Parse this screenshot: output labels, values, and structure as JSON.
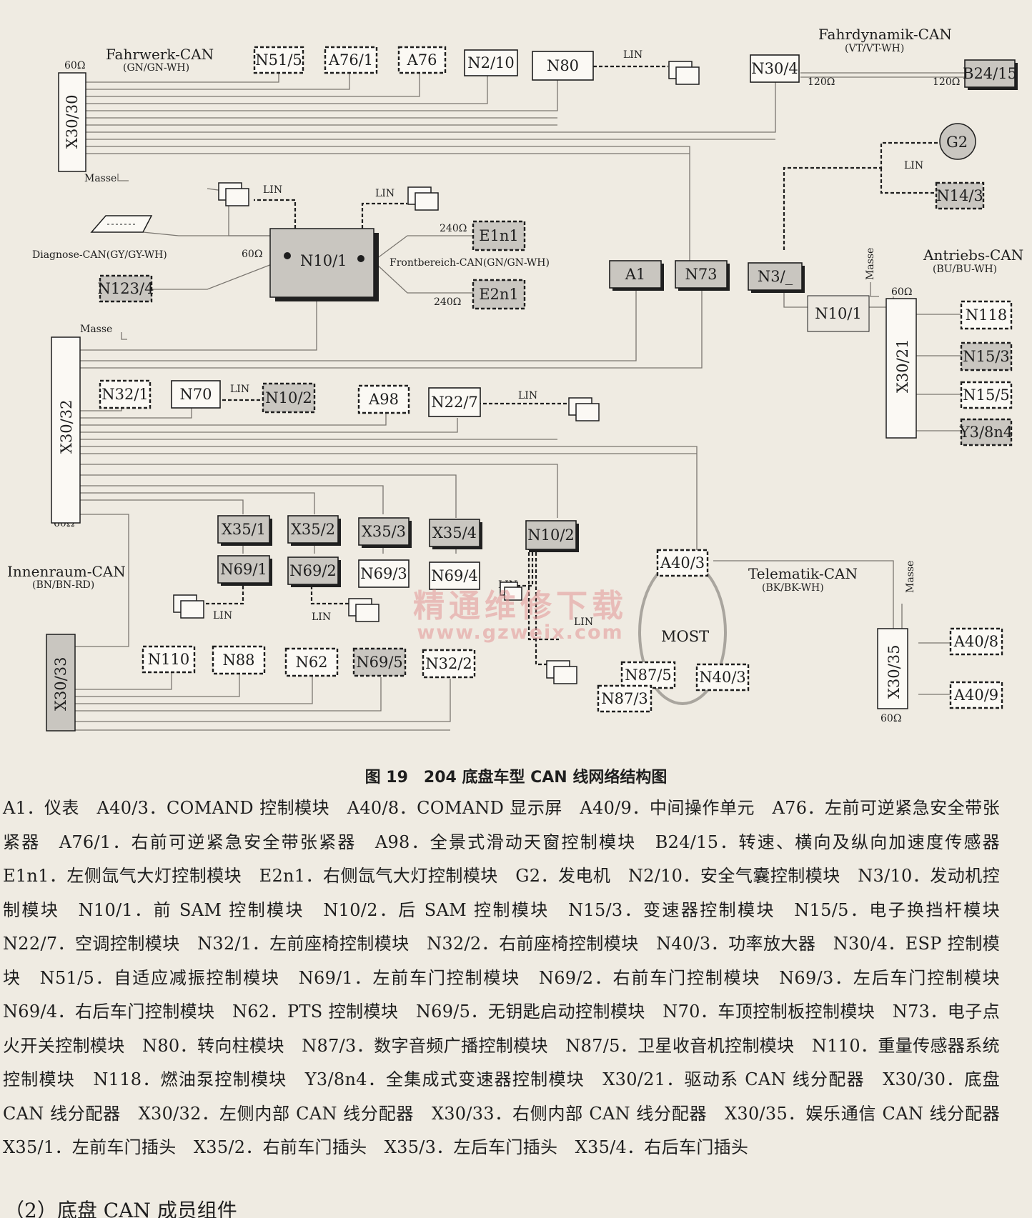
{
  "diagram": {
    "buses": {
      "fahrwerk": {
        "name": "Fahrwerk-CAN",
        "colors": "(GN/GN-WH)"
      },
      "fahrdynamik": {
        "name": "Fahrdynamik-CAN",
        "colors": "(VT/VT-WH)"
      },
      "diagnose": {
        "name": "Diagnose-CAN(GY/GY-WH)"
      },
      "frontbereich": {
        "name": "Frontbereich-CAN(GN/GN-WH)"
      },
      "antriebs": {
        "name": "Antriebs-CAN",
        "colors": "(BU/BU-WH)"
      },
      "innenraum": {
        "name": "Innenraum-CAN",
        "colors": "(BN/BN-RD)"
      },
      "telematik": {
        "name": "Telematik-CAN",
        "colors": "(BK/BK-WH)"
      }
    },
    "labels": {
      "lin": "LIN",
      "masse": "Masse",
      "most": "MOST",
      "ohm60": "60Ω",
      "ohm120": "120Ω",
      "ohm240": "240Ω"
    },
    "distributors": {
      "x30_30": "X30/30",
      "x30_32": "X30/32",
      "x30_33": "X30/33",
      "x30_21": "X30/21",
      "x30_35": "X30/35"
    },
    "modules": {
      "n51_5": "N51/5",
      "a76_1": "A76/1",
      "a76": "A76",
      "n2_10": "N2/10",
      "n80": "N80",
      "n30_4": "N30/4",
      "b24_15": "B24/15",
      "g2": "G2",
      "n14_3": "N14/3",
      "n10_1": "N10/1",
      "e1n1": "E1n1",
      "e2n1": "E2n1",
      "n123_4": "N123/4",
      "a1": "A1",
      "n73": "N73",
      "n3": "N3/_",
      "n10_1_small": "N10/1",
      "n118": "N118",
      "n15_3": "N15/3",
      "n15_5": "N15/5",
      "y3_8n4": "Y3/8n4",
      "n32_1": "N32/1",
      "n70": "N70",
      "n10_2_top": "N10/2",
      "a98": "A98",
      "n22_7": "N22/7",
      "x35_1": "X35/1",
      "x35_2": "X35/2",
      "x35_3": "X35/3",
      "x35_4": "X35/4",
      "n10_2": "N10/2",
      "n69_1": "N69/1",
      "n69_2": "N69/2",
      "n69_3": "N69/3",
      "n69_4": "N69/4",
      "a40_3": "A40/3",
      "n87_5": "N87/5",
      "n40_3": "N40/3",
      "n87_3": "N87/3",
      "a40_8": "A40/8",
      "a40_9": "A40/9",
      "n110": "N110",
      "n88": "N88",
      "n62": "N62",
      "n69_5": "N69/5",
      "n32_2": "N32/2"
    }
  },
  "watermark": {
    "line1": "精通维修下载",
    "line2": "www.gzweix.com"
  },
  "caption": "图 19　204 底盘车型 CAN 线网络结构图",
  "legend": "A1．仪表　A40/3．COMAND 控制模块　A40/8．COMAND 显示屏　A40/9．中间操作单元　A76．左前可逆紧急安全带张紧器　A76/1．右前可逆紧急安全带张紧器　A98．全景式滑动天窗控制模块　B24/15．转速、横向及纵向加速度传感器　E1n1．左侧氙气大灯控制模块　E2n1．右侧氙气大灯控制模块　G2．发电机　N2/10．安全气囊控制模块　N3/10．发动机控制模块　N10/1．前 SAM 控制模块　N10/2．后 SAM 控制模块　N15/3．变速器控制模块　N15/5．电子换挡杆模块　N22/7．空调控制模块　N32/1．左前座椅控制模块　N32/2．右前座椅控制模块　N40/3．功率放大器　N30/4．ESP 控制模块　N51/5．自适应减振控制模块　N69/1．左前车门控制模块　N69/2．右前车门控制模块　N69/3．左后车门控制模块　N69/4．右后车门控制模块　N62．PTS 控制模块　N69/5．无钥匙启动控制模块　N70．车顶控制板控制模块　N73．电子点火开关控制模块　N80．转向柱模块　N87/3．数字音频广播控制模块　N87/5．卫星收音机控制模块　N110．重量传感器系统控制模块　N118．燃油泵控制模块　Y3/8n4．全集成式变速器控制模块　X30/21．驱动系 CAN 线分配器　X30/30．底盘 CAN 线分配器　X30/32．左侧内部 CAN 线分配器　X30/33．右侧内部 CAN 线分配器　X30/35．娱乐通信 CAN 线分配器　X35/1．左前车门插头　X35/2．右前车门插头　X35/3．左后车门插头　X35/4．右后车门插头",
  "section_heading": "（2）底盘 CAN 成员组件"
}
